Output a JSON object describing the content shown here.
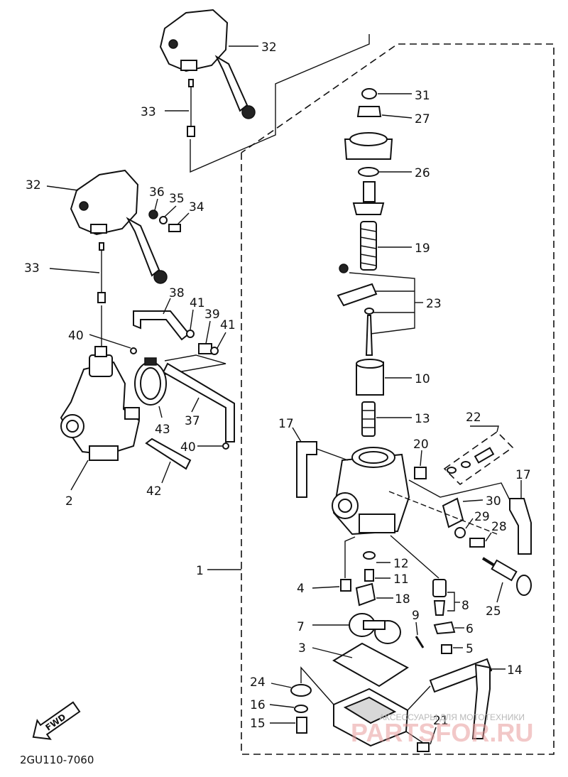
{
  "diagram_code": "2GU110-7060",
  "fwd_label": "FWD",
  "watermark": {
    "url": "PARTSFOR.RU",
    "tagline": "АКСЕССУАРЫ ДЛЯ МОТОТЕХНИКИ"
  },
  "callouts": {
    "c32a": "32",
    "c33a": "33",
    "c32b": "32",
    "c33b": "33",
    "c36": "36",
    "c35": "35",
    "c34": "34",
    "c38": "38",
    "c41a": "41",
    "c39": "39",
    "c41b": "41",
    "c40a": "40",
    "c40b": "40",
    "c37": "37",
    "c43": "43",
    "c42": "42",
    "c2": "2",
    "c31": "31",
    "c27": "27",
    "c26": "26",
    "c19": "19",
    "c23": "23",
    "c10": "10",
    "c13": "13",
    "c22": "22",
    "c17a": "17",
    "c20": "20",
    "c17b": "17",
    "c30": "30",
    "c29": "29",
    "c28": "28",
    "c25": "25",
    "c1": "1",
    "c12": "12",
    "c11": "11",
    "c4": "4",
    "c18": "18",
    "c8": "8",
    "c7": "7",
    "c9": "9",
    "c6": "6",
    "c3": "3",
    "c5": "5",
    "c14": "14",
    "c24": "24",
    "c16": "16",
    "c15": "15",
    "c21": "21"
  }
}
